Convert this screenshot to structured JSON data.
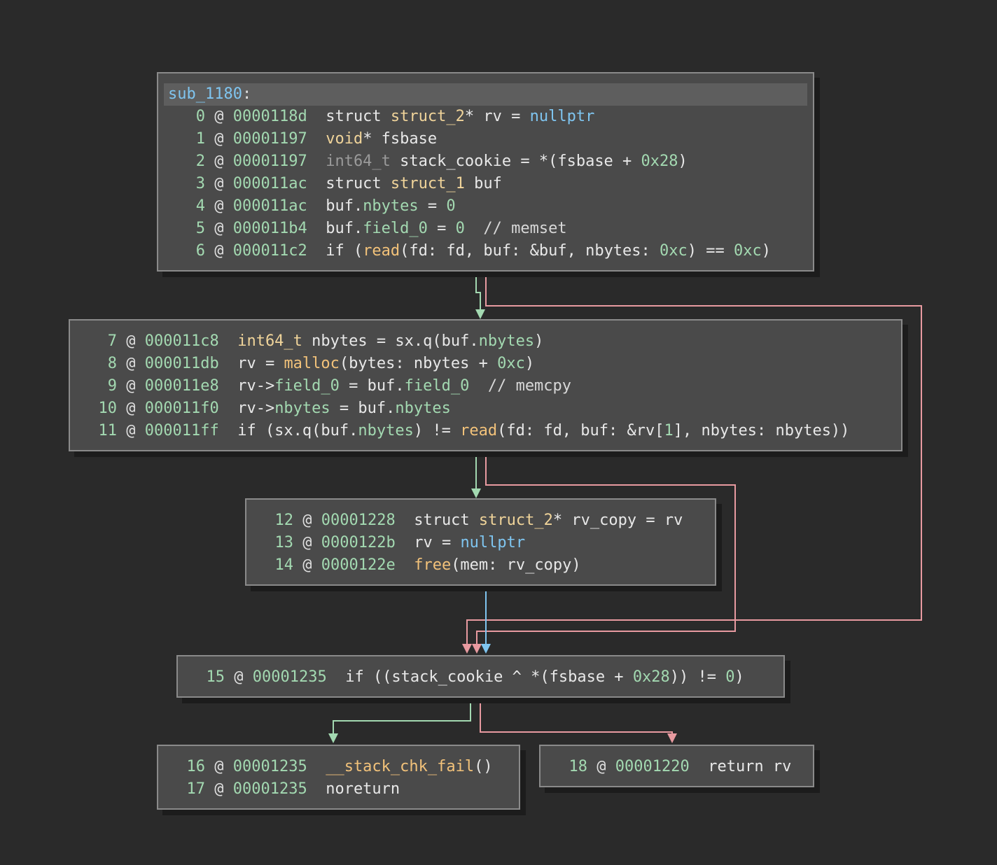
{
  "function_label": "sub_1180",
  "function_label_suffix": ":",
  "colors": {
    "true_edge": "#a3d9b1",
    "false_edge": "#e89aa0",
    "uncond_edge": "#7fc5f0"
  },
  "blocks": [
    {
      "id": "b0",
      "lines": [
        {
          "n": "0",
          "addr": "0000118d",
          "code": [
            [
              "kw",
              "struct "
            ],
            [
              "ty",
              "struct_2"
            ],
            [
              "kw",
              "* rv = "
            ],
            [
              "cst",
              "nullptr"
            ]
          ]
        },
        {
          "n": "1",
          "addr": "00001197",
          "code": [
            [
              "ty",
              "void"
            ],
            [
              "kw",
              "* fsbase"
            ]
          ]
        },
        {
          "n": "2",
          "addr": "00001197",
          "code": [
            [
              "dim",
              "int64_t"
            ],
            [
              "kw",
              " stack_cookie = *(fsbase + "
            ],
            [
              "hex",
              "0x28"
            ],
            [
              "kw",
              ")"
            ]
          ]
        },
        {
          "n": "3",
          "addr": "000011ac",
          "code": [
            [
              "kw",
              "struct "
            ],
            [
              "ty",
              "struct_1"
            ],
            [
              "kw",
              " buf"
            ]
          ]
        },
        {
          "n": "4",
          "addr": "000011ac",
          "code": [
            [
              "kw",
              "buf."
            ],
            [
              "fld",
              "nbytes"
            ],
            [
              "kw",
              " = "
            ],
            [
              "hex",
              "0"
            ]
          ]
        },
        {
          "n": "5",
          "addr": "000011b4",
          "code": [
            [
              "kw",
              "buf."
            ],
            [
              "fld",
              "field_0"
            ],
            [
              "kw",
              " = "
            ],
            [
              "hex",
              "0"
            ],
            [
              "cmt",
              "  // memset"
            ]
          ]
        },
        {
          "n": "6",
          "addr": "000011c2",
          "code": [
            [
              "kw",
              "if ("
            ],
            [
              "fn",
              "read"
            ],
            [
              "kw",
              "(fd: fd, buf: &buf, nbytes: "
            ],
            [
              "hex",
              "0xc"
            ],
            [
              "kw",
              ") == "
            ],
            [
              "hex",
              "0xc"
            ],
            [
              "kw",
              ")"
            ]
          ]
        }
      ]
    },
    {
      "id": "b1",
      "lines": [
        {
          "n": "7",
          "addr": "000011c8",
          "code": [
            [
              "ty",
              "int64_t"
            ],
            [
              "kw",
              " nbytes = sx.q(buf."
            ],
            [
              "fld",
              "nbytes"
            ],
            [
              "kw",
              ")"
            ]
          ]
        },
        {
          "n": "8",
          "addr": "000011db",
          "code": [
            [
              "kw",
              "rv = "
            ],
            [
              "fn",
              "malloc"
            ],
            [
              "kw",
              "(bytes: nbytes + "
            ],
            [
              "hex",
              "0xc"
            ],
            [
              "kw",
              ")"
            ]
          ]
        },
        {
          "n": "9",
          "addr": "000011e8",
          "code": [
            [
              "kw",
              "rv->"
            ],
            [
              "fld",
              "field_0"
            ],
            [
              "kw",
              " = buf."
            ],
            [
              "fld",
              "field_0"
            ],
            [
              "cmt",
              "  // memcpy"
            ]
          ]
        },
        {
          "n": "10",
          "addr": "000011f0",
          "code": [
            [
              "kw",
              "rv->"
            ],
            [
              "fld",
              "nbytes"
            ],
            [
              "kw",
              " = buf."
            ],
            [
              "fld",
              "nbytes"
            ]
          ]
        },
        {
          "n": "11",
          "addr": "000011ff",
          "code": [
            [
              "kw",
              "if (sx.q(buf."
            ],
            [
              "fld",
              "nbytes"
            ],
            [
              "kw",
              ") != "
            ],
            [
              "fn",
              "read"
            ],
            [
              "kw",
              "(fd: fd, buf: &rv["
            ],
            [
              "hex",
              "1"
            ],
            [
              "kw",
              "], nbytes: nbytes))"
            ]
          ]
        }
      ]
    },
    {
      "id": "b2",
      "lines": [
        {
          "n": "12",
          "addr": "00001228",
          "code": [
            [
              "kw",
              "struct "
            ],
            [
              "ty",
              "struct_2"
            ],
            [
              "kw",
              "* rv_copy = rv"
            ]
          ]
        },
        {
          "n": "13",
          "addr": "0000122b",
          "code": [
            [
              "kw",
              "rv = "
            ],
            [
              "cst",
              "nullptr"
            ]
          ]
        },
        {
          "n": "14",
          "addr": "0000122e",
          "code": [
            [
              "fn",
              "free"
            ],
            [
              "kw",
              "(mem: rv_copy)"
            ]
          ]
        }
      ]
    },
    {
      "id": "b3",
      "lines": [
        {
          "n": "15",
          "addr": "00001235",
          "code": [
            [
              "kw",
              "if ((stack_cookie ^ *(fsbase + "
            ],
            [
              "hex",
              "0x28"
            ],
            [
              "kw",
              ")) != "
            ],
            [
              "hex",
              "0"
            ],
            [
              "kw",
              ")"
            ]
          ]
        }
      ]
    },
    {
      "id": "b4",
      "lines": [
        {
          "n": "16",
          "addr": "00001235",
          "code": [
            [
              "fn",
              "__stack_chk_fail"
            ],
            [
              "kw",
              "()"
            ]
          ]
        },
        {
          "n": "17",
          "addr": "00001235",
          "code": [
            [
              "kw",
              "noreturn"
            ]
          ]
        }
      ]
    },
    {
      "id": "b5",
      "lines": [
        {
          "n": "18",
          "addr": "00001220",
          "code": [
            [
              "kw",
              "return rv"
            ]
          ]
        }
      ]
    }
  ]
}
